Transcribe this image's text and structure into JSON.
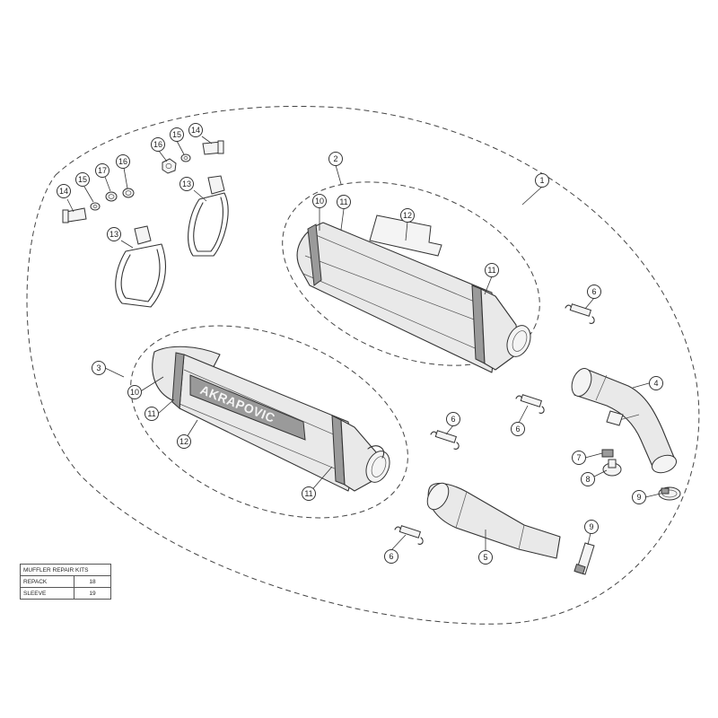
{
  "brand": {
    "logo_text": "AKRAPOVIC",
    "logo_mark": "scorpion-icon"
  },
  "callouts": {
    "c1": "1",
    "c2": "2",
    "c3": "3",
    "c4": "4",
    "c5": "5",
    "c6a": "6",
    "c6b": "6",
    "c6c": "6",
    "c6d": "6",
    "c7": "7",
    "c8": "8",
    "c9a": "9",
    "c9b": "9",
    "c10a": "10",
    "c10b": "10",
    "c11a": "11",
    "c11b": "11",
    "c11c": "11",
    "c11d": "11",
    "c12a": "12",
    "c12b": "12",
    "c13a": "13",
    "c13b": "13",
    "c14a": "14",
    "c14b": "14",
    "c15a": "15",
    "c15b": "15",
    "c16a": "16",
    "c16b": "16",
    "c17": "17"
  },
  "repair_kits": {
    "title": "MUFFLER REPAIR KITS",
    "rows": [
      {
        "label": "REPACK",
        "value": "18"
      },
      {
        "label": "SLEEVE",
        "value": "19"
      }
    ]
  }
}
